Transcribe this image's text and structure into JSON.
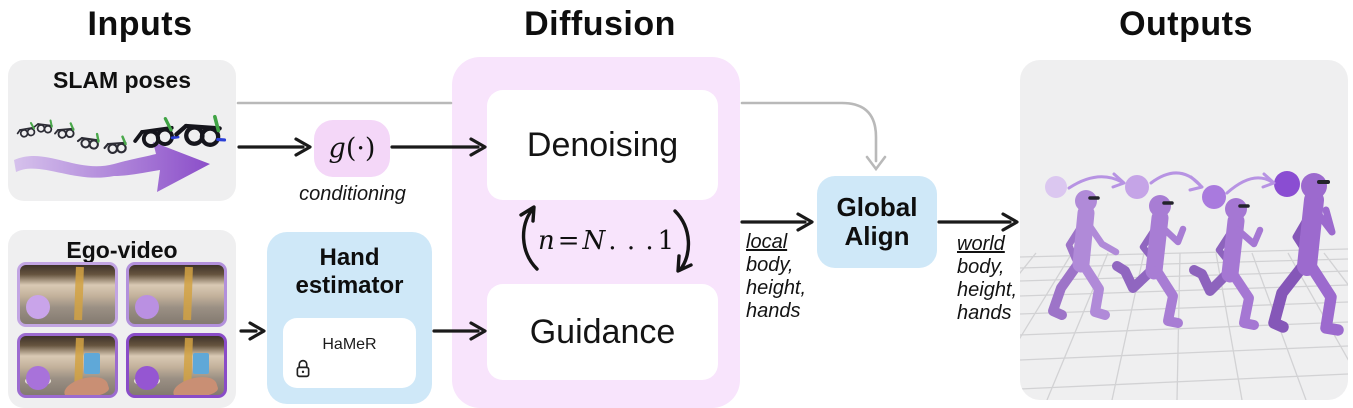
{
  "titles": {
    "inputs": "Inputs",
    "diffusion": "Diffusion",
    "outputs": "Outputs"
  },
  "slam": {
    "label": "SLAM poses"
  },
  "ego": {
    "label": "Ego-video"
  },
  "conditioning": {
    "fn": "g",
    "args": "(·)",
    "caption": "conditioning"
  },
  "hand_estimator": {
    "title": "Hand estimator",
    "model": "HaMeR"
  },
  "diffusion": {
    "denoising": "Denoising",
    "guidance": "Guidance",
    "loop": {
      "var1": "n",
      "eq": "=",
      "var2": "N",
      "dots": ". . .",
      "end": "1"
    }
  },
  "global_align": {
    "label": "Global Align"
  },
  "edge_labels": {
    "local": {
      "lines": [
        "local",
        "body,",
        "height,",
        "hands"
      ]
    },
    "world": {
      "lines": [
        "world",
        "body,",
        "height,",
        "hands"
      ]
    }
  },
  "colors": {
    "diffusion_bg": "#f8e4fc",
    "conditioning_bg": "#f4d7f8",
    "blue_box": "#cfe8f8",
    "gray_box": "#efeff0",
    "purple_accent": "#8b4ec9",
    "mesh_purple": "#a87dd4",
    "line_gray": "#b9b9b9",
    "arrow_black": "#1a1a1a"
  }
}
